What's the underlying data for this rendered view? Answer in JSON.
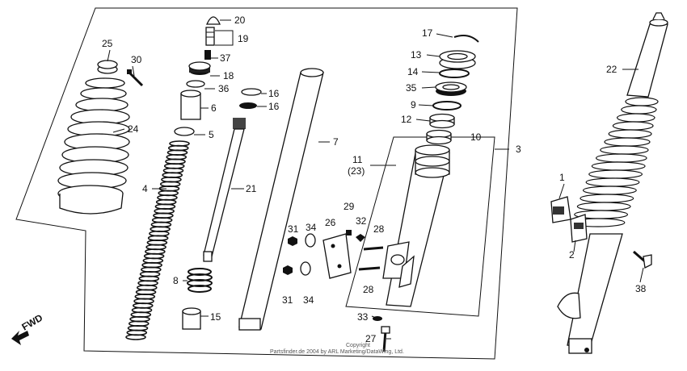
{
  "labels": {
    "p1": "1",
    "p2": "2",
    "p3": "3",
    "p4": "4",
    "p5": "5",
    "p6": "6",
    "p7": "7",
    "p8": "8",
    "p9": "9",
    "p10": "10",
    "p11": "11",
    "p11b": "(23)",
    "p12": "12",
    "p13": "13",
    "p14": "14",
    "p15": "15",
    "p16a": "16",
    "p16b": "16",
    "p17": "17",
    "p18": "18",
    "p19": "19",
    "p20": "20",
    "p21": "21",
    "p22": "22",
    "p24": "24",
    "p25": "25",
    "p26": "26",
    "p27": "27",
    "p28a": "28",
    "p28b": "28",
    "p29": "29",
    "p30": "30",
    "p31a": "31",
    "p31b": "31",
    "p32": "32",
    "p33": "33",
    "p34a": "34",
    "p34b": "34",
    "p35": "35",
    "p36": "36",
    "p37": "37",
    "p38": "38"
  },
  "fwd": "FWD",
  "copyright": {
    "line1": "Copyright",
    "line2": "Partsfinder.de 2004 by ARL Marketing/DataWing, Ltd."
  }
}
